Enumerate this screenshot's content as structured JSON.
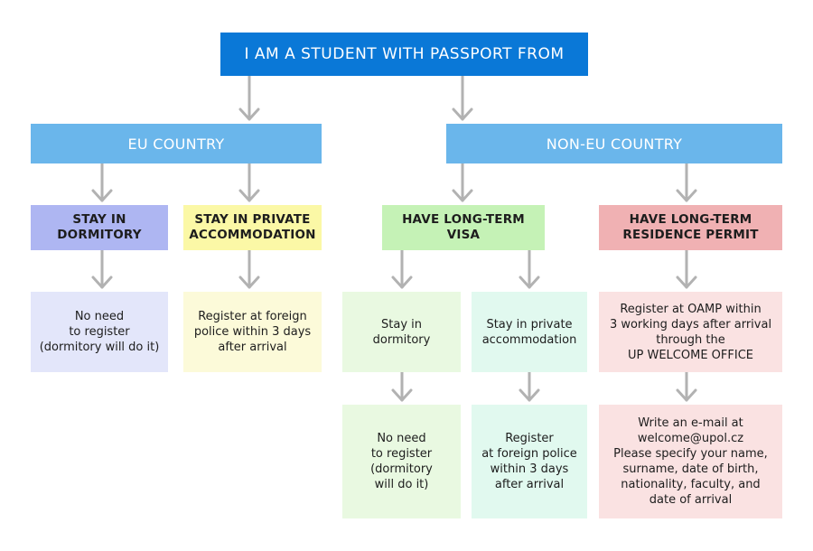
{
  "title": "I AM A STUDENT WITH PASSPORT FROM",
  "regions": {
    "eu": "EU COUNTRY",
    "non_eu": "NON-EU COUNTRY"
  },
  "categories": {
    "eu_dormitory": "STAY IN\nDORMITORY",
    "eu_private": "STAY IN PRIVATE\nACCOMMODATION",
    "noneu_visa": "HAVE LONG-TERM\nVISA",
    "noneu_permit": "HAVE LONG-TERM\nRESIDENCE PERMIT"
  },
  "steps": {
    "eu_dormitory_result": "No need\nto register\n(dormitory will do it)",
    "eu_private_result": "Register at foreign\npolice within 3 days\nafter arrival",
    "visa_dormitory": "Stay in\ndormitory",
    "visa_private": "Stay in private\naccommodation",
    "visa_dormitory_result": "No need\nto register\n(dormitory\nwill do it)",
    "visa_private_result": "Register\nat foreign police\nwithin 3 days\nafter arrival",
    "permit_register": "Register at OAMP within\n3 working days after arrival\nthrough the\nUP WELCOME OFFICE",
    "permit_email": "Write an e-mail at\nwelcome@upol.cz\nPlease specify your name,\nsurname, date of birth,\nnationality, faculty, and\ndate of arrival"
  },
  "colors": {
    "title_bg": "#0a78d7",
    "region_bg": "#6ab6eb",
    "eu_dormitory": "#aeb6f2",
    "eu_dormitory_light": "#e3e6fa",
    "eu_private": "#fbf8a6",
    "eu_private_light": "#fcfad9",
    "visa": "#c5f2b6",
    "visa_dormitory_light": "#e9f9e1",
    "visa_private_light": "#e1f9ef",
    "permit": "#f0b1b3",
    "permit_light": "#fae2e2",
    "arrow": "#b2b2b2"
  }
}
